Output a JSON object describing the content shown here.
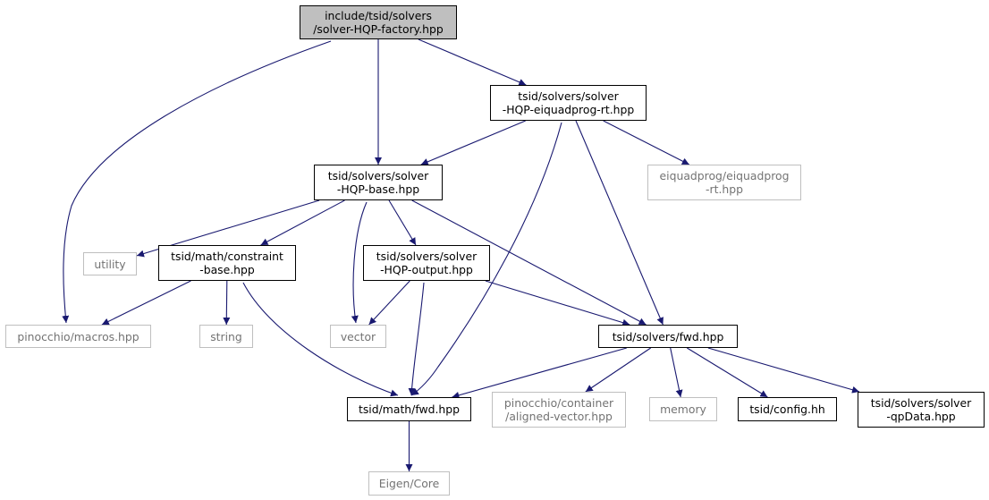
{
  "colors": {
    "edge": "#191970",
    "border": "#000000",
    "external_border": "#bfbfbf",
    "root_fill": "#bfbfbf",
    "external_text": "#737373"
  },
  "nodes": [
    {
      "id": "root",
      "lines": [
        "include/tsid/solvers",
        "/solver-HQP-factory.hpp"
      ],
      "kind": "root"
    },
    {
      "id": "eiquadprog-rt",
      "lines": [
        "tsid/solvers/solver",
        "-HQP-eiquadprog-rt.hpp"
      ],
      "kind": "internal"
    },
    {
      "id": "hqp-base",
      "lines": [
        "tsid/solvers/solver",
        "-HQP-base.hpp"
      ],
      "kind": "internal"
    },
    {
      "id": "eiquadprog-ext",
      "lines": [
        "eiquadprog/eiquadprog",
        "-rt.hpp"
      ],
      "kind": "external"
    },
    {
      "id": "utility",
      "lines": [
        "utility"
      ],
      "kind": "external"
    },
    {
      "id": "constraint-base",
      "lines": [
        "tsid/math/constraint",
        "-base.hpp"
      ],
      "kind": "internal"
    },
    {
      "id": "hqp-output",
      "lines": [
        "tsid/solvers/solver",
        "-HQP-output.hpp"
      ],
      "kind": "internal"
    },
    {
      "id": "pinocchio-macros",
      "lines": [
        "pinocchio/macros.hpp"
      ],
      "kind": "external"
    },
    {
      "id": "string",
      "lines": [
        "string"
      ],
      "kind": "external"
    },
    {
      "id": "vector",
      "lines": [
        "vector"
      ],
      "kind": "external"
    },
    {
      "id": "solvers-fwd",
      "lines": [
        "tsid/solvers/fwd.hpp"
      ],
      "kind": "internal"
    },
    {
      "id": "math-fwd",
      "lines": [
        "tsid/math/fwd.hpp"
      ],
      "kind": "internal"
    },
    {
      "id": "aligned-vector",
      "lines": [
        "pinocchio/container",
        "/aligned-vector.hpp"
      ],
      "kind": "external"
    },
    {
      "id": "memory",
      "lines": [
        "memory"
      ],
      "kind": "external"
    },
    {
      "id": "config",
      "lines": [
        "tsid/config.hh"
      ],
      "kind": "internal"
    },
    {
      "id": "qpdata",
      "lines": [
        "tsid/solvers/solver",
        "-qpData.hpp"
      ],
      "kind": "internal"
    },
    {
      "id": "eigen-core",
      "lines": [
        "Eigen/Core"
      ],
      "kind": "external"
    }
  ],
  "edges": [
    {
      "from": "root",
      "to": "eiquadprog-rt"
    },
    {
      "from": "root",
      "to": "hqp-base"
    },
    {
      "from": "root",
      "to": "pinocchio-macros"
    },
    {
      "from": "eiquadprog-rt",
      "to": "hqp-base"
    },
    {
      "from": "eiquadprog-rt",
      "to": "eiquadprog-ext"
    },
    {
      "from": "eiquadprog-rt",
      "to": "solvers-fwd"
    },
    {
      "from": "eiquadprog-rt",
      "to": "math-fwd"
    },
    {
      "from": "hqp-base",
      "to": "utility"
    },
    {
      "from": "hqp-base",
      "to": "constraint-base"
    },
    {
      "from": "hqp-base",
      "to": "vector"
    },
    {
      "from": "hqp-base",
      "to": "hqp-output"
    },
    {
      "from": "hqp-base",
      "to": "solvers-fwd"
    },
    {
      "from": "constraint-base",
      "to": "pinocchio-macros"
    },
    {
      "from": "constraint-base",
      "to": "string"
    },
    {
      "from": "constraint-base",
      "to": "math-fwd"
    },
    {
      "from": "hqp-output",
      "to": "vector"
    },
    {
      "from": "hqp-output",
      "to": "math-fwd"
    },
    {
      "from": "hqp-output",
      "to": "solvers-fwd"
    },
    {
      "from": "solvers-fwd",
      "to": "math-fwd"
    },
    {
      "from": "solvers-fwd",
      "to": "aligned-vector"
    },
    {
      "from": "solvers-fwd",
      "to": "memory"
    },
    {
      "from": "solvers-fwd",
      "to": "config"
    },
    {
      "from": "solvers-fwd",
      "to": "qpdata"
    },
    {
      "from": "math-fwd",
      "to": "eigen-core"
    }
  ]
}
